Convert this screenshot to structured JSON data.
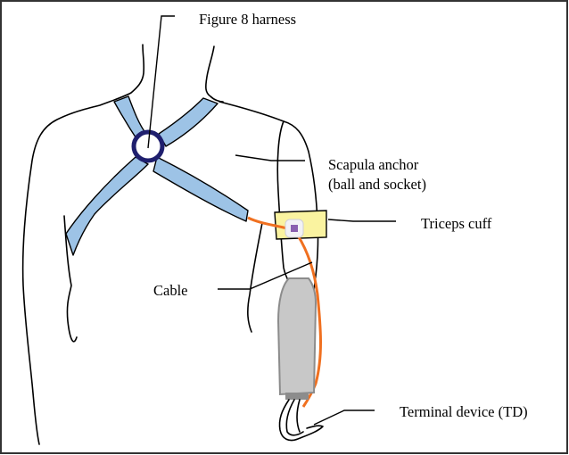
{
  "diagram": {
    "type": "body-powered upper-limb prosthesis anatomy",
    "labels": {
      "harness": "Figure 8 harness",
      "scapula_line1": "Scapula anchor",
      "scapula_line2": "(ball and socket)",
      "cuff": "Triceps cuff",
      "cable": "Cable",
      "terminal": "Terminal device (TD)"
    },
    "colors": {
      "harness_strap": "#9dc3e6",
      "harness_ring": "#1f1f6e",
      "cuff": "#faf3a0",
      "cable": "#f07020",
      "socket": "#c8c8c8",
      "socket_dark": "#8c8c8c",
      "connector": "#f2f2f6",
      "connector_center": "#8a60b0",
      "outline": "#000000",
      "frame_border": "#333333"
    }
  }
}
